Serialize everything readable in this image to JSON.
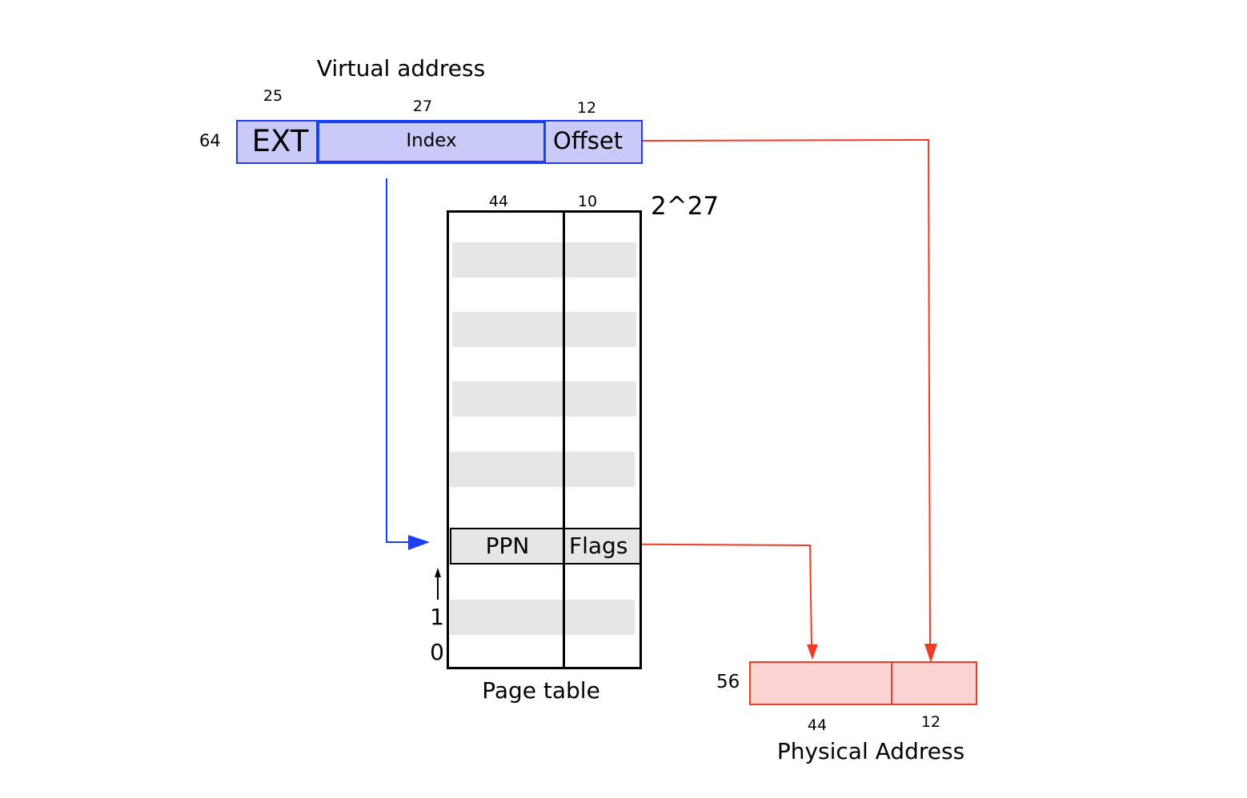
{
  "virtual_address": {
    "title": "Virtual address",
    "total_bits": "64",
    "fields": {
      "ext": {
        "label": "EXT",
        "bits": "25"
      },
      "index": {
        "label": "Index",
        "bits": "27"
      },
      "offset": {
        "label": "Offset",
        "bits": "12"
      }
    }
  },
  "page_table": {
    "title": "Page table",
    "entries_label": "2^27",
    "columns": {
      "ppn_bits": "44",
      "flags_bits": "10"
    },
    "selected_entry": {
      "ppn_label": "PPN",
      "flags_label": "Flags"
    },
    "row_labels": {
      "one": "1",
      "zero": "0"
    }
  },
  "physical_address": {
    "title": "Physical Address",
    "total_bits": "56",
    "fields": {
      "ppn_bits": "44",
      "offset_bits": "12"
    }
  },
  "colors": {
    "virtual_fill": "#c9caf8",
    "virtual_stroke": "#1e3ff0",
    "physical_fill": "#fbd3d3",
    "physical_stroke": "#f23b26",
    "table_row_fill": "#e6e6e6"
  }
}
